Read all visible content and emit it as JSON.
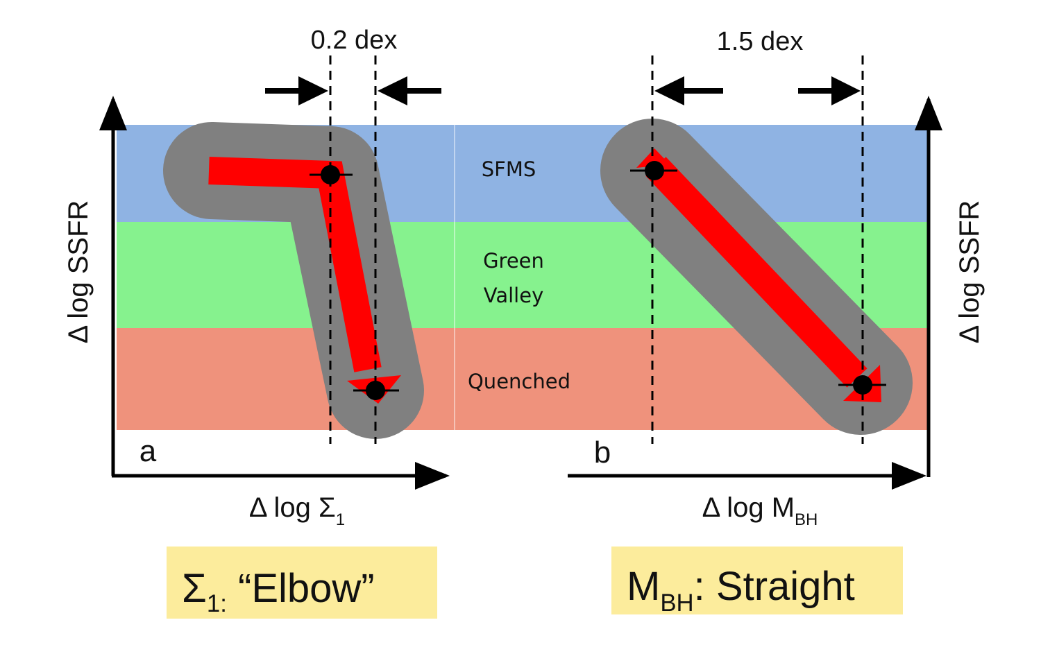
{
  "colors": {
    "sfms_band": "#8fb3e3",
    "green_valley_band": "#86f28e",
    "quenched_band": "#ef927c",
    "track_halo": "#808080",
    "track_arrow": "#ff0000",
    "point": "#000000",
    "caption_box": "#fcec9c"
  },
  "bands": {
    "sfms": "SFMS",
    "green_valley_line1": "Green",
    "green_valley_line2": "Valley",
    "quenched": "Quenched"
  },
  "panel_a": {
    "letter": "a",
    "ylabel": "Δ log SSFR",
    "xlabel_main": "Δ log Σ",
    "xlabel_sub": "1",
    "separation": "0.2 dex",
    "caption_sym": "Σ",
    "caption_sub": "1:",
    "caption_text": " “Elbow”",
    "track_shape": "elbow"
  },
  "panel_b": {
    "letter": "b",
    "ylabel": "Δ log SSFR",
    "xlabel_main": "Δ log M",
    "xlabel_sub": "BH",
    "separation": "1.5 dex",
    "caption_sym": "M",
    "caption_sub": "BH",
    "caption_text": ": Straight",
    "track_shape": "straight"
  }
}
